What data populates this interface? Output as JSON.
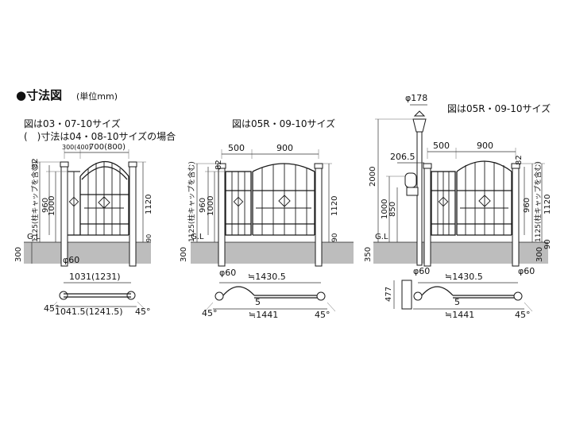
{
  "header": {
    "title": "●寸法図",
    "unit": "(単位mm)"
  },
  "panel1": {
    "caption1": "図は03・07-10サイズ",
    "caption2": "(　)寸法は04・08-10サイズの場合",
    "dims": {
      "post_gap": "300(400)",
      "door_width": "700(800)",
      "top": "82",
      "cap_height": "1125(柱キャップを含む)",
      "h960": "960",
      "h1000": "1000",
      "h1120": "1120",
      "h90": "90",
      "gl": "G.L",
      "h300": "300",
      "phi60": "φ60",
      "plan_top": "1031(1231)",
      "plan_bottom": "1041.5(1241.5)",
      "angle_left": "45°",
      "angle_right": "45°"
    }
  },
  "panel2": {
    "caption": "図は05R・09-10サイズ",
    "dims": {
      "w500": "500",
      "w900": "900",
      "top": "82",
      "cap_height": "1125(柱キャップを含む)",
      "h960": "960",
      "h1000": "1000",
      "h1120": "1120",
      "h90": "90",
      "gl": "G.L",
      "h300": "300",
      "phi60": "φ60",
      "plan_top": "≒1430.5",
      "plan_mid": "5",
      "plan_bottom": "≒1441",
      "angle_left": "45°",
      "angle_right": "45°"
    }
  },
  "panel3": {
    "caption": "図は05R・09-10サイズ",
    "dims": {
      "lamp_phi": "φ178",
      "w500": "500",
      "w900": "900",
      "w206": "206.5",
      "top": "82",
      "h2000": "2000",
      "h1000": "1000",
      "h850": "850",
      "h960": "960",
      "cap_height": "1125(柱キャップを含む)",
      "h1120": "1120",
      "h300": "300",
      "h90": "90",
      "gl": "G.L",
      "h350": "350",
      "phi60a": "φ60",
      "phi60b": "φ60",
      "plan_top": "≒1430.5",
      "plan_mid": "5",
      "plan_bottom": "≒1441",
      "plan_side": "477",
      "angle_right": "45°"
    }
  }
}
